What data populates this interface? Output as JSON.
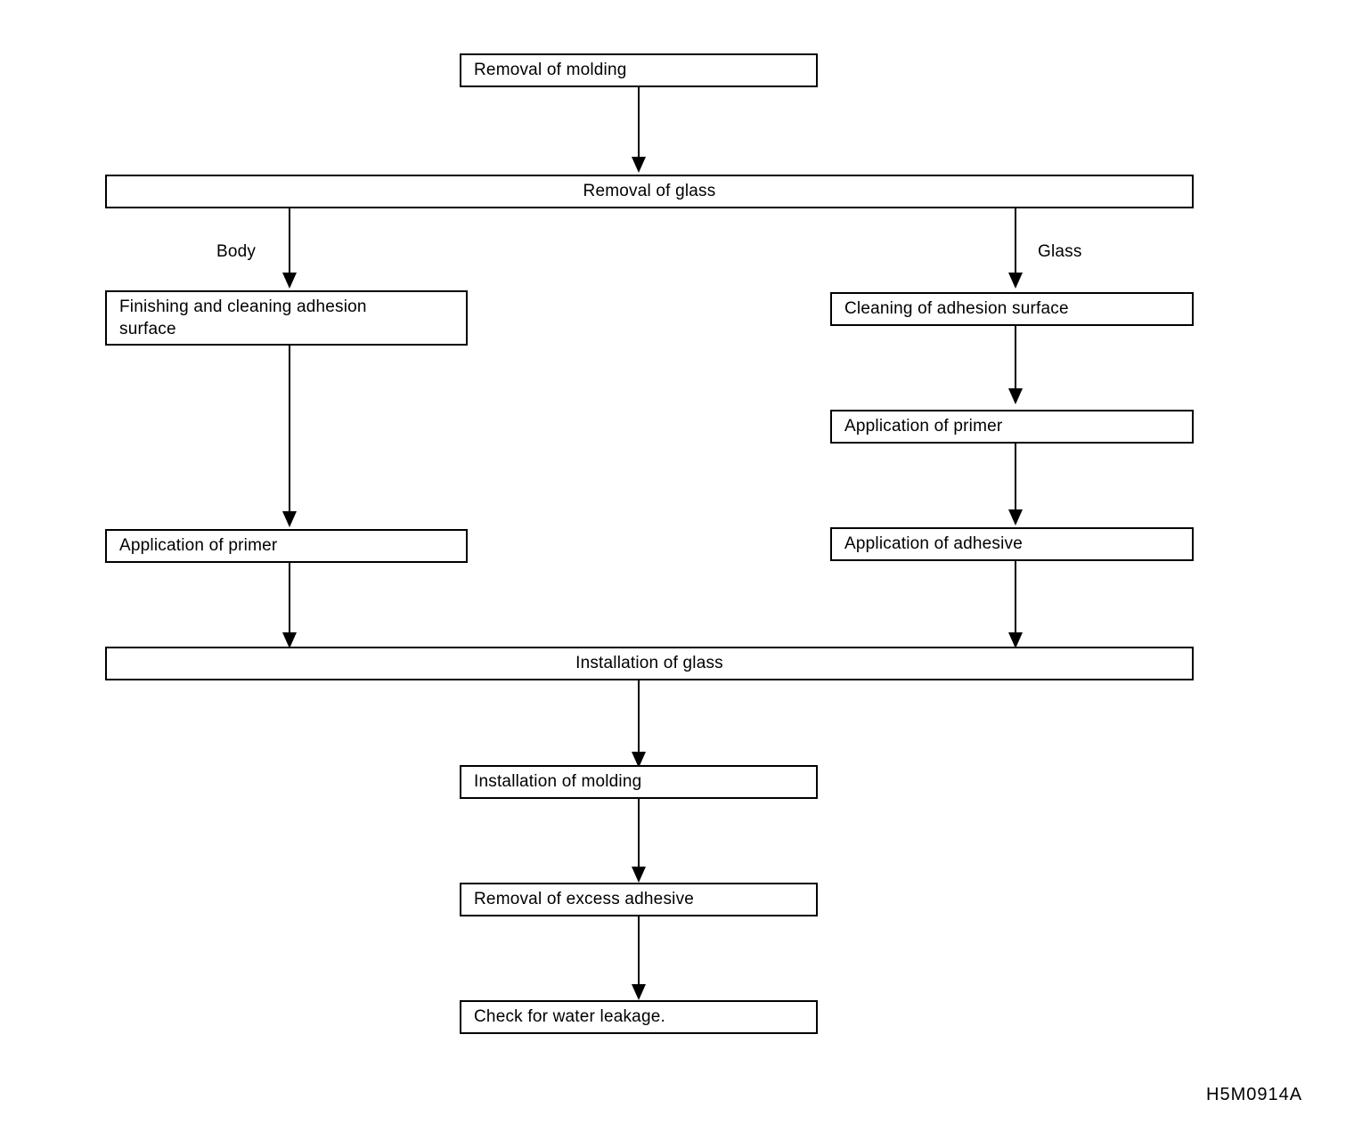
{
  "figure": {
    "id_label": "H5M0914A",
    "background_color": "#ffffff",
    "line_color": "#000000"
  },
  "nodes": {
    "removal_of_molding": "Removal of molding",
    "removal_of_glass": "Removal of glass",
    "body_finishing_cleaning": "Finishing and cleaning adhesion\nsurface",
    "body_application_of_primer": "Application of primer",
    "glass_cleaning_of_adhesion_surface": "Cleaning of adhesion surface",
    "glass_application_of_primer": "Application of primer",
    "glass_application_of_adhesive": "Application of adhesive",
    "installation_of_glass": "Installation of glass",
    "installation_of_molding": "Installation of molding",
    "removal_of_excess_adhesive": "Removal of excess adhesive",
    "check_for_water_leakage": "Check for water leakage."
  },
  "branch_labels": {
    "body": "Body",
    "glass": "Glass"
  }
}
